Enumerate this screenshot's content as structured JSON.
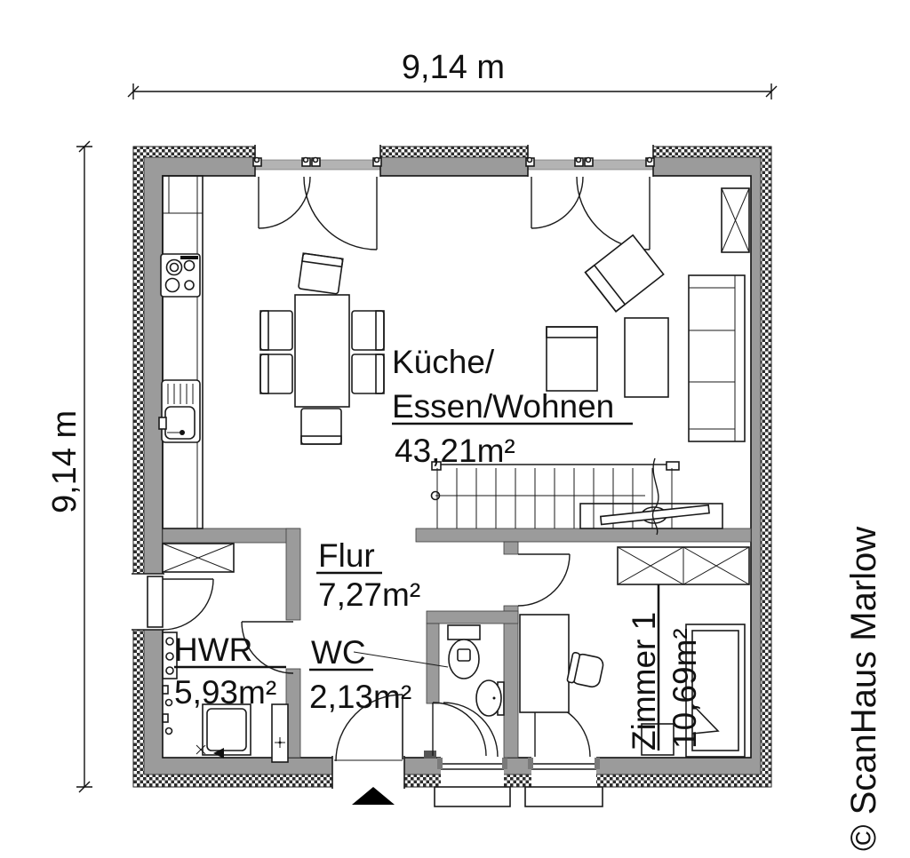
{
  "dimensions": {
    "top": "9,14 m",
    "left": "9,14 m"
  },
  "rooms": {
    "living": {
      "label_line1": "Küche/",
      "label_line2": "Essen/Wohnen",
      "area": "43,21m²"
    },
    "hall": {
      "label": "Flur",
      "area": "7,27m²"
    },
    "utility": {
      "label": "HWR",
      "area": "5,93m²"
    },
    "wc": {
      "label": "WC",
      "area": "2,13m²"
    },
    "bedroom": {
      "label": "Zimmer 1",
      "area": "10,69m²"
    }
  },
  "watermark": "© ScanHaus Marlow",
  "colors": {
    "wall_gray": "#9b9b9b",
    "line_black": "#1a1a1a",
    "background": "#ffffff"
  }
}
